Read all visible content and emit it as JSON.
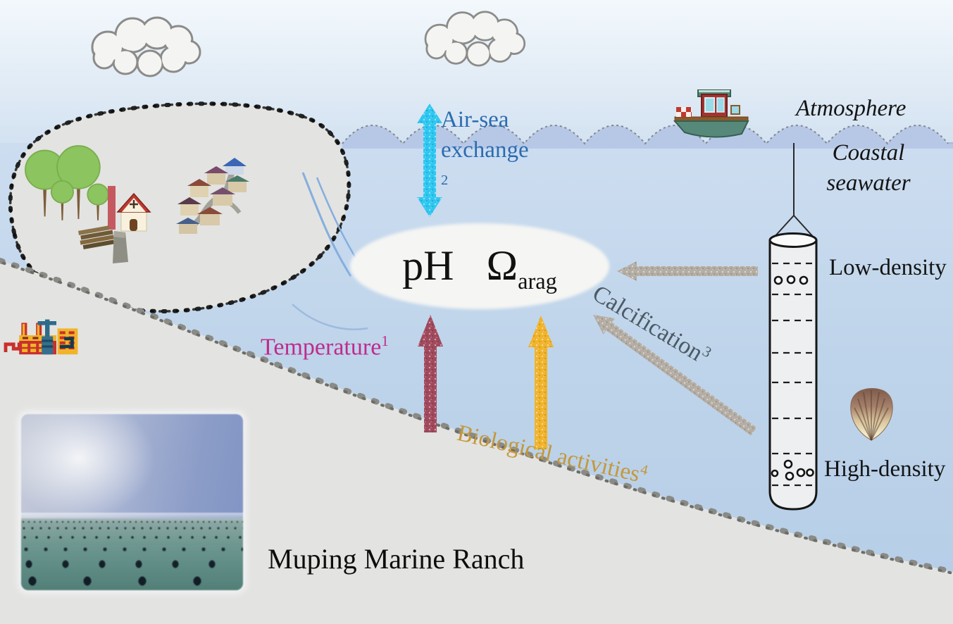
{
  "labels": {
    "atmosphere": "Atmosphere",
    "coastal_line1": "Coastal",
    "coastal_line2": "seawater",
    "air_sea_line1": "Air-sea",
    "air_sea_line2": "exchange",
    "air_sea_sup": "2",
    "ph": "pH",
    "omega": "Ω",
    "omega_sub": "arag",
    "temperature": "Temperature",
    "temperature_sup": "1",
    "calcification": "Calcification",
    "calcification_sup": "3",
    "biological": "Biological activities",
    "biological_sup": "4",
    "low_density": "Low-density",
    "high_density": "High-density",
    "caption": "Muping Marine Ranch"
  },
  "colors": {
    "air_sea_text": "#2b6cb0",
    "air_sea_arrow": "#2ec7f1",
    "temperature_text": "#bf2b8e",
    "temperature_arrow": "#a1495d",
    "biological_text": "#c5983a",
    "biological_arrow": "#f0b32a",
    "calcification_text": "#4b5a64",
    "calcification_arrow": "#b4ada4",
    "label_text": "#141414",
    "sea_surface": "#b7c8e7",
    "water": "#bed4ea",
    "land": "#e3e3e1"
  },
  "icons": {
    "cloud": "outlined-cumulus-cloud",
    "boat": "fishing-boat",
    "factory": "factory-with-chimneys",
    "trees": "green-trees",
    "monument": "red-column",
    "house": "red-roof-house",
    "logs": "log-pile",
    "stone": "stone-block",
    "village": "village-buildings",
    "lantern_net": "suspended-lantern-net-with-scallops",
    "scallop": "scallop-shell",
    "photo": "buoy-field-aerial-photo"
  }
}
